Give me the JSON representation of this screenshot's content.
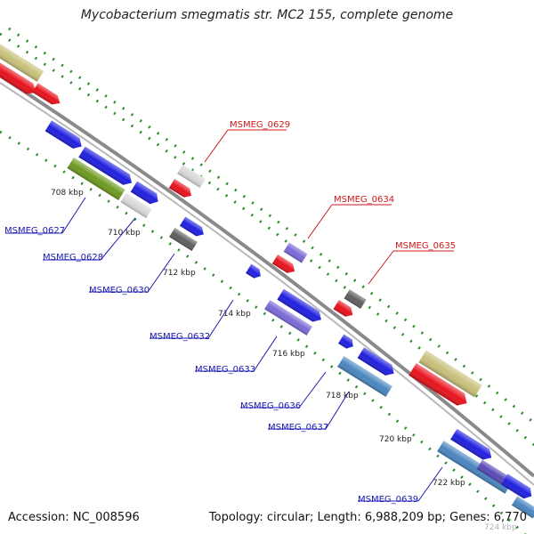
{
  "title": "Mycobacterium smegmatis str. MC2 155, complete genome",
  "accession": "Accession: NC_008596",
  "topology": "Topology: circular; Length: 6,988,209 bp; Genes: 6,770",
  "colors": {
    "backbone": "#8a8a8a",
    "forward_cds": "#1f1fe0",
    "reverse_cds": "#e8121c",
    "olive_feature": "#c8c07a",
    "green_feature": "#6d9a20",
    "gray_feature": "#5f5f5f",
    "light_gray_feature": "#d8d8d8",
    "purple_feature": "#7a6ad8",
    "steel_blue_feature": "#4a86c0",
    "forward_label": "#1a1ab0",
    "reverse_label": "#d01818",
    "dotted_rings": "#2a8a2a"
  },
  "ticks": [
    "708 kbp",
    "710 kbp",
    "712 kbp",
    "714 kbp",
    "716 kbp",
    "718 kbp",
    "720 kbp",
    "722 kbp",
    "724 kbp"
  ],
  "labels_reverse": [
    "MSMEG_0629",
    "MSMEG_0634",
    "MSMEG_0635"
  ],
  "labels_forward": [
    "MSMEG_0627",
    "MSMEG_0628",
    "MSMEG_0630",
    "MSMEG_0632",
    "MSMEG_0633",
    "MSMEG_0636",
    "MSMEG_0637",
    "MSMEG_0639"
  ]
}
